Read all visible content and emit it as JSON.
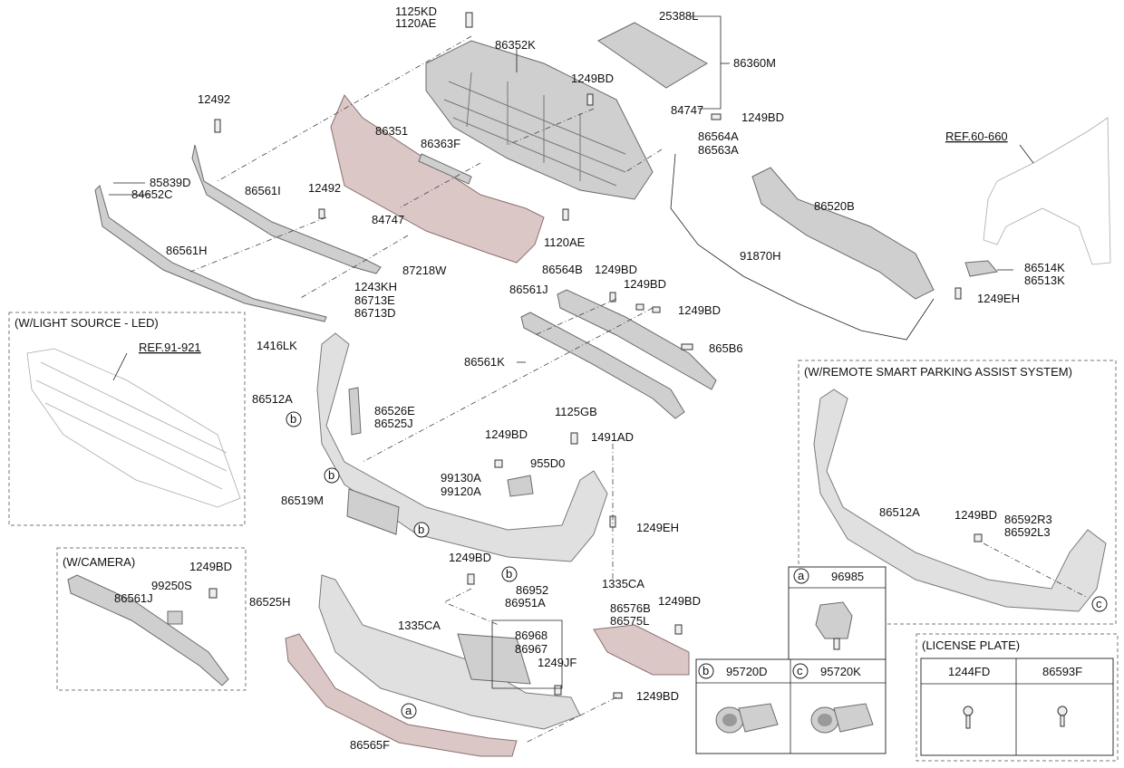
{
  "diagram": {
    "part_labels": {
      "p1125KD": "1125KD",
      "p1120AE_top": "1120AE",
      "p25388L": "25388L",
      "p86352K": "86352K",
      "p86360M": "86360M",
      "p1249BD_a": "1249BD",
      "p84747_a": "84747",
      "p1249BD_b": "1249BD",
      "p12492_a": "12492",
      "p86351": "86351",
      "p86363F": "86363F",
      "p86564A": "86564A",
      "p86563A": "86563A",
      "p85839D": "85839D",
      "p84652C": "84652C",
      "p86561I": "86561I",
      "p12492_b": "12492",
      "p84747_b": "84747",
      "p1120AE_mid": "1120AE",
      "p86520B": "86520B",
      "p86561H": "86561H",
      "p87218W": "87218W",
      "p1243KH": "1243KH",
      "p86713E": "86713E",
      "p86713D": "86713D",
      "p91870H": "91870H",
      "p86514K": "86514K",
      "p86513K": "86513K",
      "p1249EH_a": "1249EH",
      "p86564B": "86564B",
      "p1249BD_c": "1249BD",
      "p86561J": "86561J",
      "p1249BD_d": "1249BD",
      "p1249BD_e": "1249BD",
      "p86586": "865B6",
      "p86561K": "86561K",
      "p1416LK": "1416LK",
      "p86512A": "86512A",
      "p86526E": "86526E",
      "p86525J": "86525J",
      "p1125GB": "1125GB",
      "p1249BD_f": "1249BD",
      "p1491AD": "1491AD",
      "p955D0": "955D0",
      "p99130A": "99130A",
      "p99120A": "99120A",
      "p86519M": "86519M",
      "p1249EH_b": "1249EH",
      "p1249BD_g": "1249BD",
      "p1335CA_a": "1335CA",
      "p86525H": "86525H",
      "p86952": "86952",
      "p86951A": "86951A",
      "p86576B": "86576B",
      "p86575L": "86575L",
      "p1249BD_h": "1249BD",
      "p1335CA_b": "1335CA",
      "p86968": "86968",
      "p86967": "86967",
      "p1249JF": "1249JF",
      "p1249BD_i": "1249BD",
      "p86565F": "86565F"
    },
    "ref_labels": {
      "ref_fender": "REF.60-660",
      "ref_led": "REF.91-921"
    },
    "callouts": {
      "a": "a",
      "b": "b",
      "c": "c"
    },
    "boxes": {
      "led_title": "(W/LIGHT SOURCE - LED)",
      "camera_title": "(W/CAMERA)",
      "camera_1249BD": "1249BD",
      "camera_99250S": "99250S",
      "camera_86561J": "86561J",
      "rspa_title": "(W/REMOTE SMART PARKING ASSIST SYSTEM)",
      "rspa_86512A": "86512A",
      "rspa_1249BD": "1249BD",
      "rspa_86592R3": "86592R3",
      "rspa_86592L3": "86592L3",
      "plate_title": "(LICENSE PLATE)",
      "plate_col1": "1244FD",
      "plate_col2": "86593F"
    },
    "sensor_table": {
      "a_part": "96985",
      "b_part": "95720D",
      "c_part": "95720K"
    }
  }
}
